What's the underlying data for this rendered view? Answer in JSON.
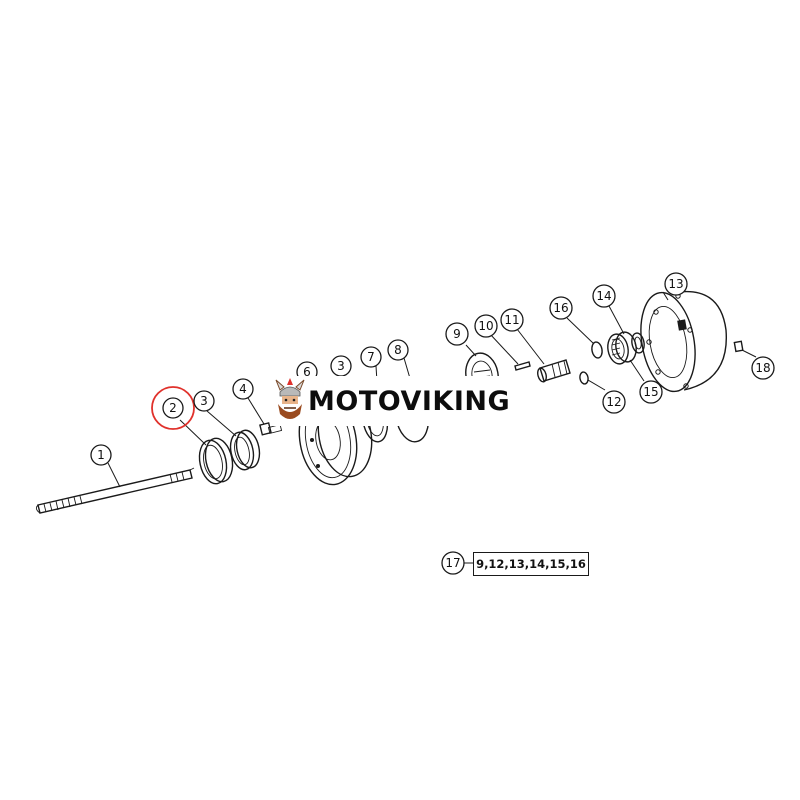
{
  "diagram": {
    "callouts": [
      {
        "id": "c1",
        "label": "1"
      },
      {
        "id": "c2",
        "label": "2",
        "highlighted": true
      },
      {
        "id": "c3a",
        "label": "3"
      },
      {
        "id": "c4",
        "label": "4"
      },
      {
        "id": "c6",
        "label": "6"
      },
      {
        "id": "c3b",
        "label": "3"
      },
      {
        "id": "c7",
        "label": "7"
      },
      {
        "id": "c8",
        "label": "8"
      },
      {
        "id": "c9",
        "label": "9"
      },
      {
        "id": "c10",
        "label": "10"
      },
      {
        "id": "c11",
        "label": "11"
      },
      {
        "id": "c16",
        "label": "16"
      },
      {
        "id": "c14",
        "label": "14"
      },
      {
        "id": "c13",
        "label": "13"
      },
      {
        "id": "c12",
        "label": "12"
      },
      {
        "id": "c15",
        "label": "15"
      },
      {
        "id": "c18",
        "label": "18"
      },
      {
        "id": "c17",
        "label": "17"
      }
    ],
    "kit": {
      "label": "17",
      "contents": "9,12,13,14,15,16"
    },
    "highlight_color": "#e0312b"
  },
  "watermark": {
    "text": "MOTOVIKING"
  }
}
